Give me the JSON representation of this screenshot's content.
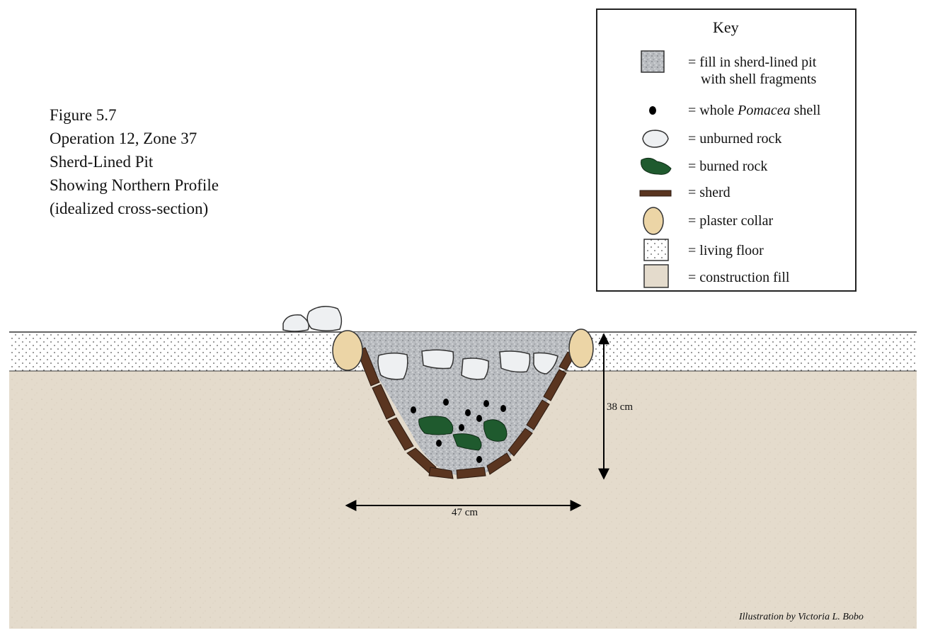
{
  "caption": {
    "lines": [
      "Figure 5.7",
      "Operation 12, Zone 37",
      "Sherd-Lined Pit",
      "Showing Northern Profile",
      "(idealized cross-section)"
    ]
  },
  "key": {
    "title": "Key",
    "items": [
      {
        "swatch": "fill-swatch",
        "line1": "= fill in sherd-lined pit",
        "line2": "with shell fragments"
      },
      {
        "swatch": "pomacea-shell-icon",
        "prefix": "= whole ",
        "italic": "Pomacea",
        "suffix": " shell"
      },
      {
        "swatch": "unburned-rock-icon",
        "line1": "= unburned rock"
      },
      {
        "swatch": "burned-rock-icon",
        "line1": "= burned rock"
      },
      {
        "swatch": "sherd-icon",
        "line1": "= sherd"
      },
      {
        "swatch": "plaster-collar-icon",
        "line1": "= plaster collar"
      },
      {
        "swatch": "living-floor-swatch",
        "line1": "= living floor"
      },
      {
        "swatch": "construction-fill-swatch",
        "line1": "= construction fill"
      }
    ]
  },
  "dimensions": {
    "depth": "38 cm",
    "width": "47 cm"
  },
  "credit": "Illustration by Victoria L. Bobo",
  "colors": {
    "construction_fill": "#e4dbcc",
    "living_floor": "#ffffff",
    "pit_fill": "#b9bcc0",
    "burned_rock": "#1f5a2e",
    "sherd": "#5a3520",
    "plaster_collar": "#ecd5a6",
    "unburned_rock": "#eef0f2"
  }
}
